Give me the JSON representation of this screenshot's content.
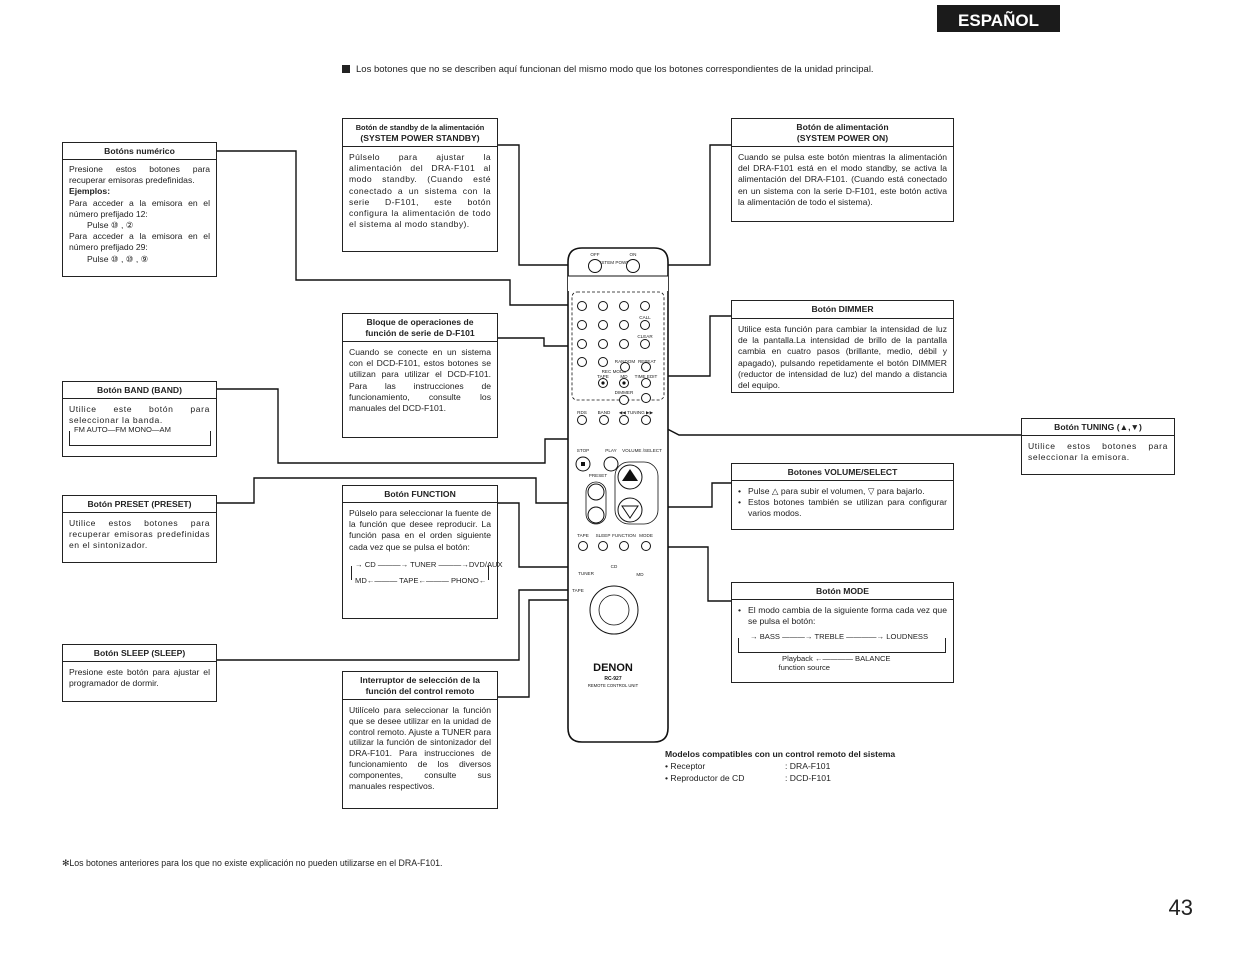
{
  "language_tab": "ESPAÑOL",
  "intro": "Los botones que no se describen aquí funcionan del mismo modo que los botones correspondientes de la unidad principal.",
  "boxes": {
    "numeric": {
      "title": "Botóns numérico",
      "p1": "Presione estos botones para recuperar emisoras predefinidas.",
      "examples": "Ejemplos:",
      "p2": "Para acceder a la emisora en el número prefijado 12:",
      "p3": "Pulse ⑩ , ②",
      "p4": "Para acceder a la emisora en el número prefijado 29:",
      "p5": "Pulse ⑩ , ⑩ , ⑨"
    },
    "standby": {
      "title1": "Botón de standby de la alimentación",
      "title2": "(SYSTEM POWER STANDBY)",
      "body": "Púlselo para ajustar la alimentación del DRA-F101 al modo standby. (Cuando esté conectado a un sistema con la serie D-F101, este botón configura la alimentación de todo el sistema al modo standby)."
    },
    "power_on": {
      "title1": "Botón de alimentación",
      "title2": "(SYSTEM POWER ON)",
      "body": "Cuando se pulsa este botón mientras la alimentación del DRA-F101 está en el modo standby, se activa la alimentación del DRA-F101. (Cuando está conectado en un sistema con la serie D-F101, este botón activa la alimentación de todo el sistema)."
    },
    "dimmer": {
      "title": "Botón DIMMER",
      "body": "Utilice esta función para cambiar la intensidad de luz de la pantalla.La intensidad de brillo de la pantalla cambia en cuatro pasos (brillante, medio, débil y apagado), pulsando repetidamente el botón DIMMER (reductor de intensidad de luz) del mando a distancia del equipo."
    },
    "block": {
      "title1": "Bloque de operaciones de",
      "title2": "función de serie de D-F101",
      "body": "Cuando se conecte en un sistema con el DCD-F101, estos botones se utilizan para utilizar el DCD-F101. Para las instrucciones de funcionamiento, consulte los manuales del DCD-F101."
    },
    "band": {
      "title": "Botón BAND (BAND)",
      "body": "Utilice este botón para seleccionar la banda.",
      "flow": [
        "FM AUTO",
        "FM MONO",
        "AM"
      ]
    },
    "tuning": {
      "title": "Botón TUNING (▲,▼)",
      "body": "Utilice estos botones para seleccionar la emisora."
    },
    "volume": {
      "title": "Botones VOLUME/SELECT",
      "b1": "Pulse △ para subir el volumen, ▽ para bajarlo.",
      "b2": "Estos botones también se utilizan para configurar varios modos."
    },
    "preset": {
      "title": "Botón PRESET (PRESET)",
      "body": "Utilice estos botones para recuperar emisoras predefinidas en el sintonizador."
    },
    "function": {
      "title": "Botón FUNCTION",
      "body": "Púlselo para seleccionar la fuente de la función que desee reproducir. La función pasa en el orden siguiente cada vez que se pulsa el botón:",
      "flow_top": [
        "CD",
        "TUNER",
        "DVD/AUX"
      ],
      "flow_bottom": [
        "MD",
        "TAPE",
        "PHONO"
      ]
    },
    "mode": {
      "title": "Botón MODE",
      "b1": "El modo cambia de la siguiente forma cada vez que se pulsa el botón:",
      "flow_top": [
        "BASS",
        "TREBLE",
        "LOUDNESS"
      ],
      "flow_bottom1": "Playback",
      "flow_bottom2": "function source",
      "flow_bottom3": "BALANCE"
    },
    "sleep": {
      "title": "Botón SLEEP (SLEEP)",
      "body": "Presione este botón para ajustar el programador de dormir."
    },
    "selector": {
      "title1": "Interruptor de selección de la",
      "title2": "función del control remoto",
      "body": "Utilícelo para seleccionar la función que se desee utilizar en la unidad de control remoto. Ajuste a TUNER para utilizar la función de sintonizador del DRA-F101. Para instrucciones de funcionamiento de los diversos componentes, consulte sus manuales respectivos."
    }
  },
  "remote": {
    "off": "OFF",
    "on": "ON",
    "system_power": "SYSTEM POWER",
    "random": "RANDOM",
    "repeat": "REPEAT",
    "call": "CALL",
    "clear": "CLEAR",
    "rec_mode": "REC MODE",
    "tape": "TAPE",
    "md": "MD",
    "time_edit": "TIME EDIT",
    "dimmer": "DIMMER",
    "rds": "RDS",
    "band": "BAND",
    "tuning": "◀◀ TUNING ▶▶",
    "stop": "STOP",
    "play": "PLAY",
    "volume_select": "VOLUME /SELECT",
    "preset": "PRESET",
    "sleep": "SLEEP",
    "function": "FUNCTION",
    "mode": "MODE",
    "cd": "CD",
    "tuner": "TUNER",
    "brand": "DENON",
    "model": "RC-927",
    "unit": "REMOTE CONTROL UNIT"
  },
  "compat": {
    "title": "Modelos compatibles con un control remoto del sistema",
    "r1_label": "• Receptor",
    "r1_value": ": DRA-F101",
    "r2_label": "• Reproductor de CD",
    "r2_value": ": DCD-F101"
  },
  "footnote": "✻Los botones anteriores para los que no existe explicación no pueden utilizarse en el DRA-F101.",
  "page_number": "43"
}
